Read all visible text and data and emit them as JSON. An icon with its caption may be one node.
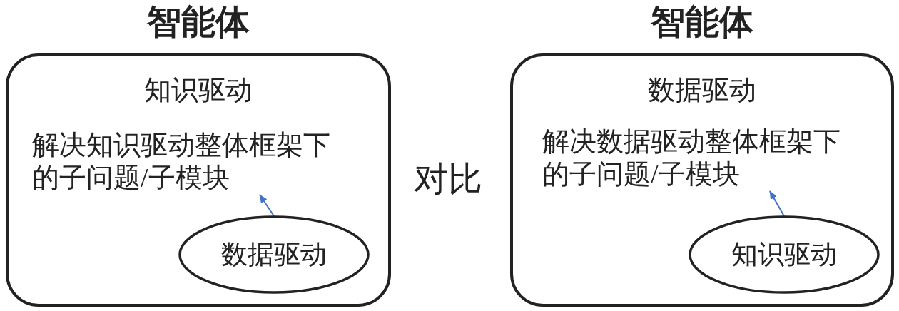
{
  "diagram": {
    "nodes": [
      {
        "text": [
          "智能体",
          "知识驱动"
        ]
      },
      {
        "text": [
          "解决知识驱动整体框架下的子问题/子模块"
        ],
        "in": 0
      },
      {
        "text": [
          "数据驱动"
        ],
        "in": 0
      },
      {
        "text": [
          "智能体",
          "数据驱动"
        ]
      },
      {
        "text": [
          "解决数据驱动整体框架下的子问题/子模块"
        ],
        "in": 3
      },
      {
        "text": [
          "知识驱动"
        ],
        "in": 3
      }
    ],
    "edges": [
      {
        "from": 2,
        "to": 1,
        "arrow": "to"
      },
      {
        "from": 5,
        "to": 4,
        "arrow": "to"
      }
    ],
    "labels": [
      "对比"
    ]
  }
}
